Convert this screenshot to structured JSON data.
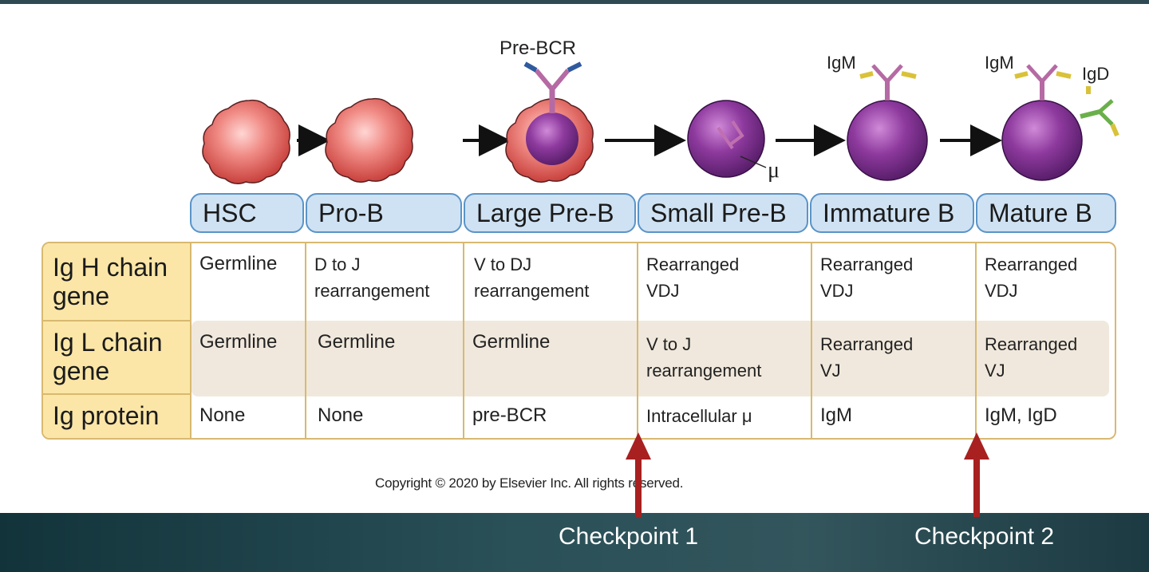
{
  "diagram": {
    "receptor_labels": {
      "pre_bcr": "Pre-BCR",
      "igm_immature": "IgM",
      "igm_mature": "IgM",
      "igd_mature": "IgD",
      "mu": "μ"
    },
    "stages": [
      "HSC",
      "Pro-B",
      "Large Pre-B",
      "Small Pre-B",
      "Immature B",
      "Mature B"
    ],
    "row_headers": [
      "Ig H chain\ngene",
      "Ig L chain\ngene",
      "Ig protein"
    ],
    "rows": [
      [
        "Germline",
        "D to J\nrearrangement",
        "V to DJ\nrearrangement",
        "Rearranged\nVDJ",
        "Rearranged\nVDJ",
        "Rearranged\nVDJ"
      ],
      [
        "Germline",
        "Germline",
        "Germline",
        "V to J\nrearrangement",
        "Rearranged\nVJ",
        "Rearranged\nVJ"
      ],
      [
        "None",
        "None",
        "pre-BCR",
        "Intracellular μ",
        "IgM",
        "IgM, IgD"
      ]
    ],
    "copyright": "Copyright © 2020 by Elsevier Inc. All rights reserved.",
    "checkpoints": [
      "Checkpoint 1",
      "Checkpoint 2"
    ],
    "colors": {
      "stage_fill": "#cfe2f3",
      "stage_border": "#5a94c9",
      "table_border": "#d8b970",
      "row_header_fill": "#fbe6a7",
      "arrow": "#a82020",
      "footer": "#2a5058"
    }
  }
}
